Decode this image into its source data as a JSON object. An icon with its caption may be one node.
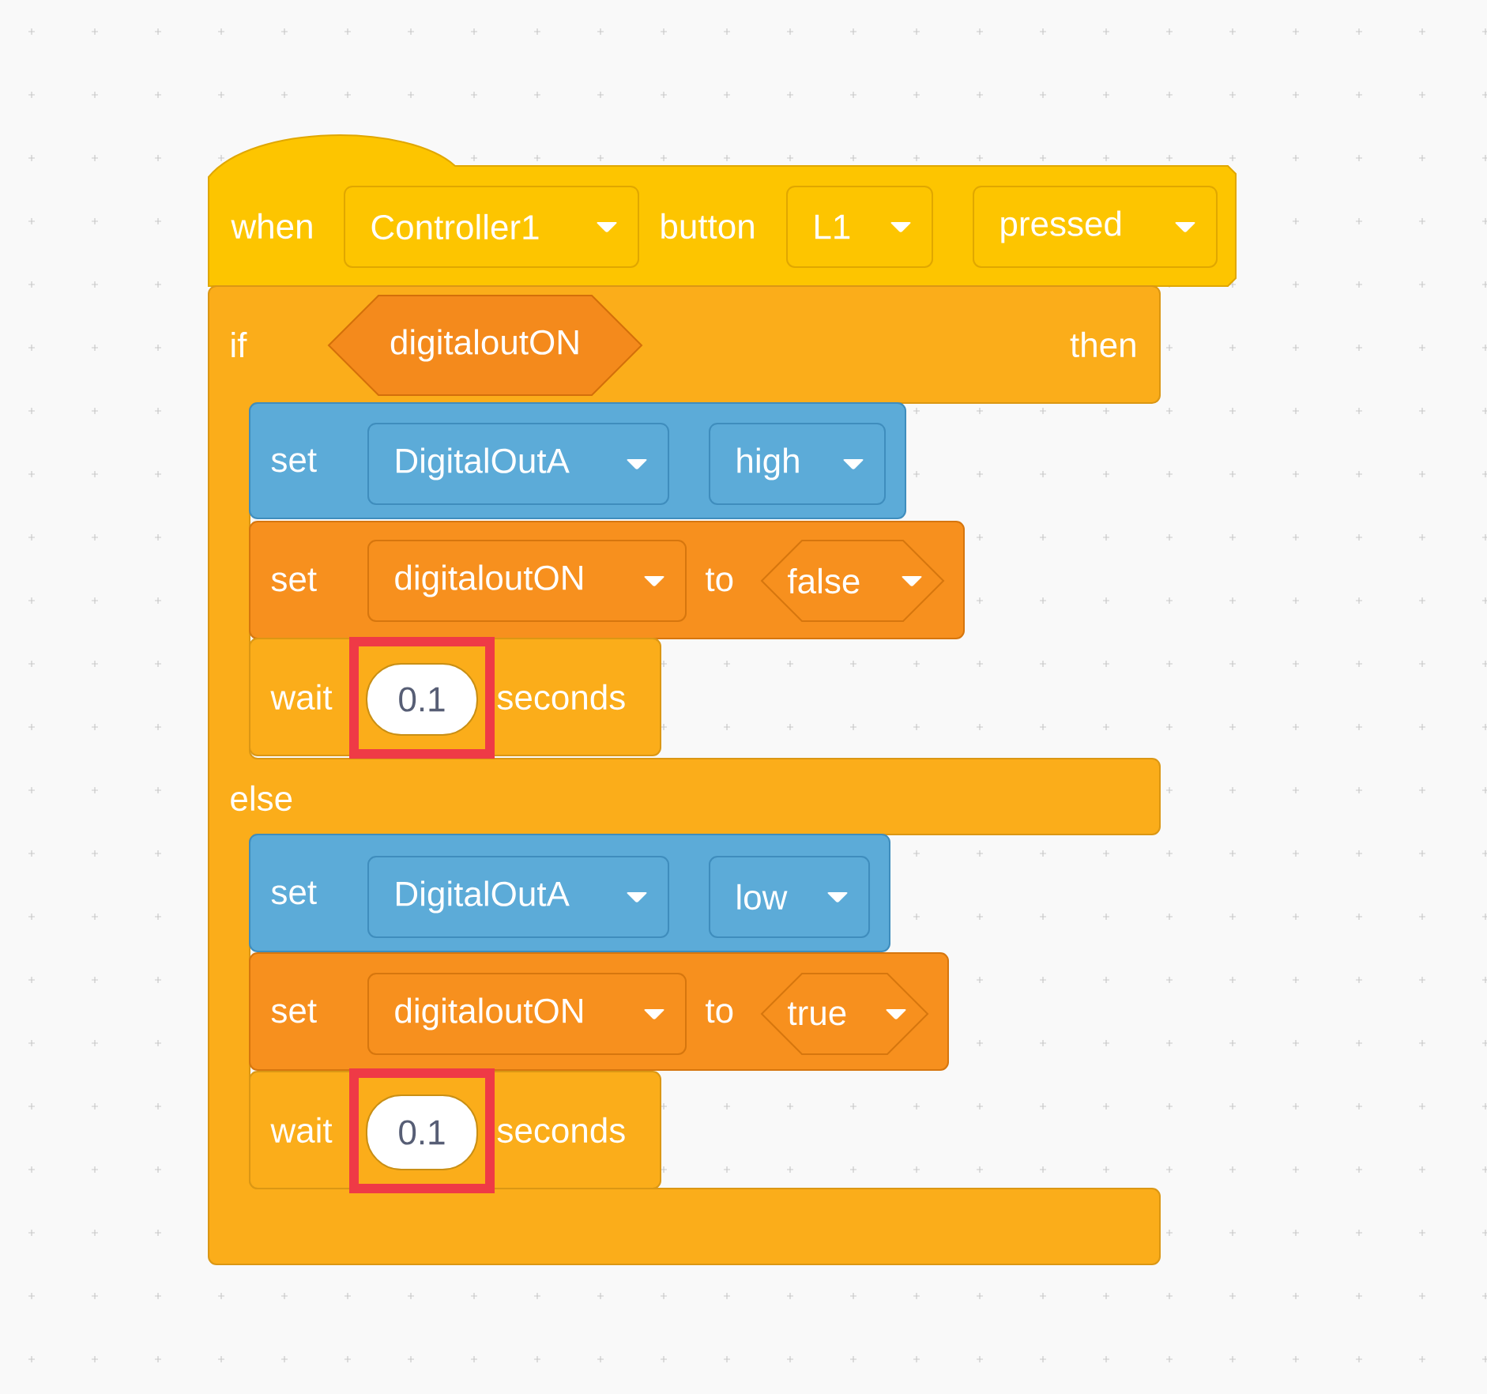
{
  "diagram": {
    "nodes": [
      {
        "text": [
          "when",
          "button"
        ]
      },
      {
        "text": [
          "Controller1"
        ],
        "in": 0
      },
      {
        "text": [
          "L1"
        ],
        "in": 0
      },
      {
        "text": [
          "pressed"
        ],
        "in": 0
      },
      {
        "text": [
          "if",
          "then",
          "else"
        ]
      },
      {
        "text": [
          "digitaloutON"
        ],
        "in": 4
      },
      {
        "text": [
          "set"
        ],
        "in": 4
      },
      {
        "text": [
          "DigitalOutA"
        ],
        "in": 6
      },
      {
        "text": [
          "high"
        ],
        "in": 6
      },
      {
        "text": [
          "set",
          "to"
        ],
        "in": 4
      },
      {
        "text": [
          "digitaloutON"
        ],
        "in": 9
      },
      {
        "text": [
          "false"
        ],
        "in": 9
      },
      {
        "text": [
          "wait",
          "seconds"
        ],
        "in": 4
      },
      {
        "text": [
          "0.1"
        ],
        "in": 12
      },
      {
        "text": [
          "set"
        ],
        "in": 4
      },
      {
        "text": [
          "DigitalOutA"
        ],
        "in": 14
      },
      {
        "text": [
          "low"
        ],
        "in": 14
      },
      {
        "text": [
          "set",
          "to"
        ],
        "in": 4
      },
      {
        "text": [
          "digitaloutON"
        ],
        "in": 17
      },
      {
        "text": [
          "true"
        ],
        "in": 17
      },
      {
        "text": [
          "wait",
          "seconds"
        ],
        "in": 4
      },
      {
        "text": [
          "0.1"
        ],
        "in": 20
      }
    ]
  }
}
